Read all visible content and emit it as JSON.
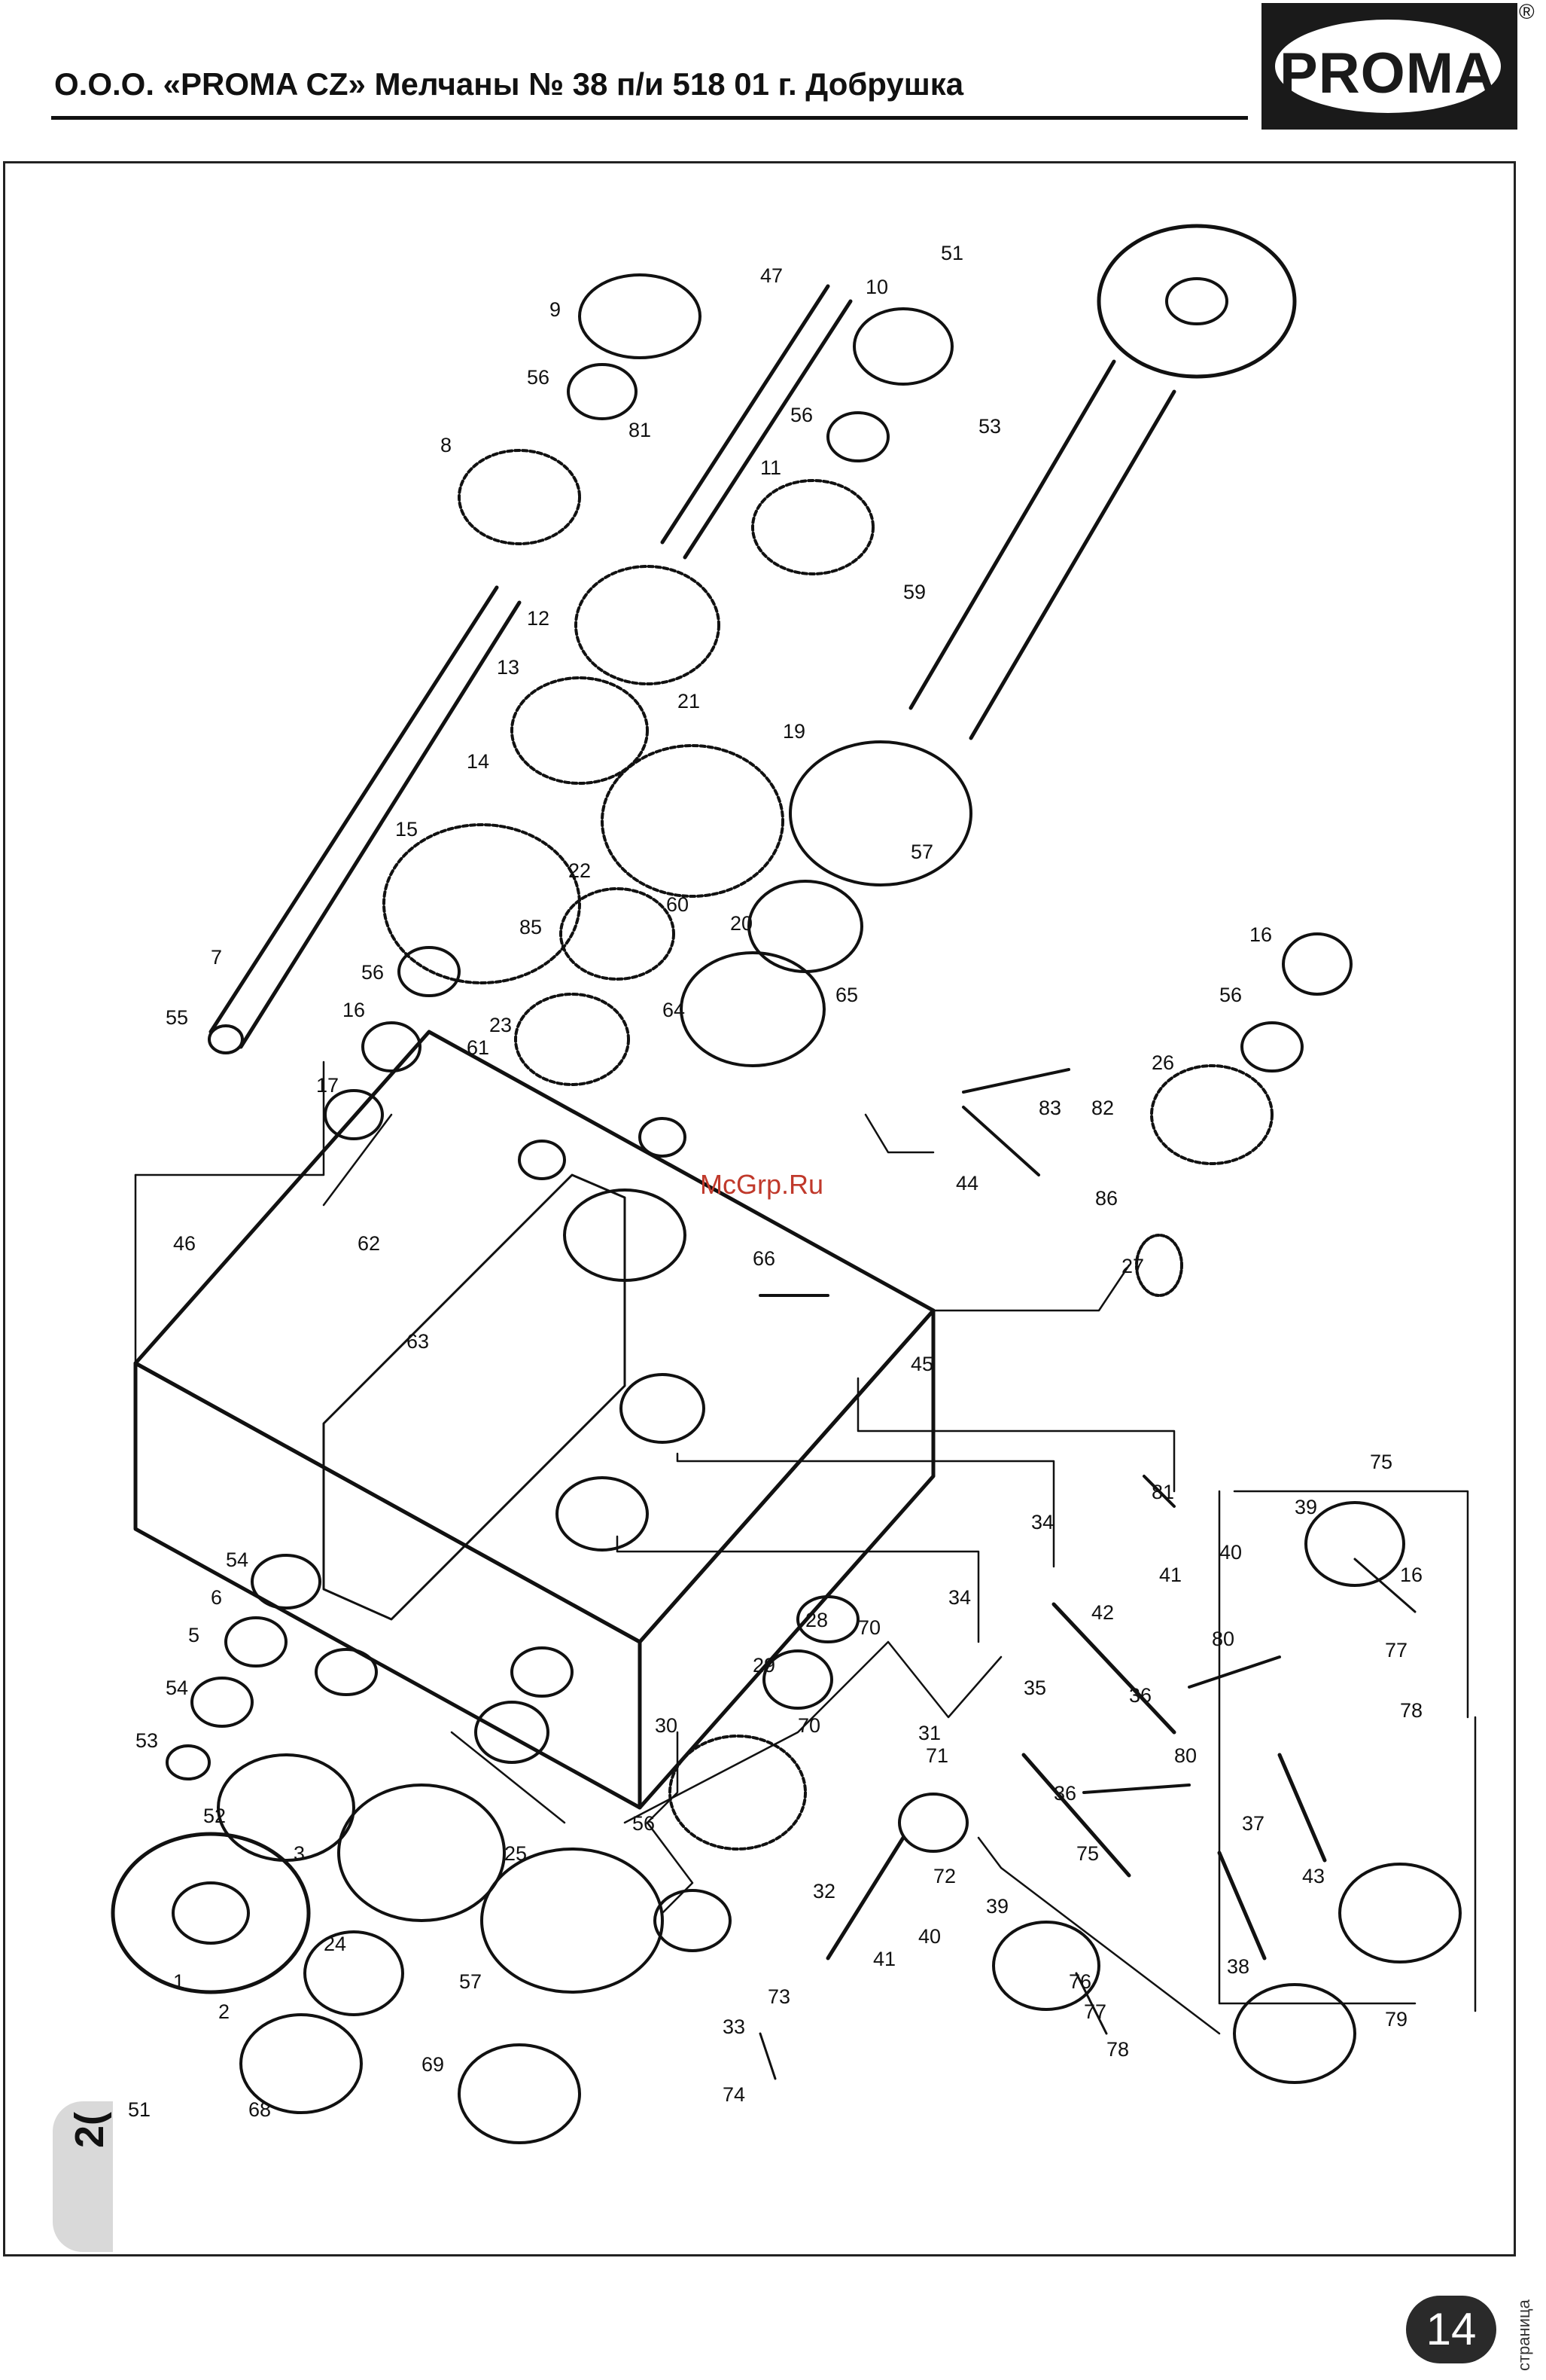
{
  "header": {
    "title": "О.О.О. «PROMA CZ» Мелчаны № 38 п/и 518 01 г. Добрушка"
  },
  "logo": {
    "text": "PROMA",
    "reg_mark": "®"
  },
  "side_tab": {
    "text": "2("
  },
  "watermark": {
    "text": "McGrp.Ru"
  },
  "footer": {
    "page_number": "14",
    "page_word": "страница"
  },
  "diagram": {
    "part_labels": [
      "9",
      "56",
      "10",
      "51",
      "47",
      "8",
      "81",
      "11",
      "56",
      "53",
      "12",
      "59",
      "13",
      "21",
      "19",
      "14",
      "57",
      "15",
      "22",
      "60",
      "20",
      "7",
      "85",
      "56",
      "16",
      "23",
      "61",
      "64",
      "65",
      "16",
      "55",
      "56",
      "26",
      "17",
      "83",
      "82",
      "44",
      "46",
      "62",
      "86",
      "27",
      "66",
      "63",
      "45",
      "75",
      "81",
      "39",
      "54",
      "6",
      "34",
      "41",
      "40",
      "16",
      "5",
      "34",
      "42",
      "80",
      "77",
      "54",
      "28",
      "70",
      "36",
      "53",
      "29",
      "35",
      "78",
      "52",
      "70",
      "30",
      "36",
      "80",
      "37",
      "3",
      "71",
      "31",
      "75",
      "56",
      "72",
      "43",
      "39",
      "24",
      "32",
      "40",
      "41",
      "76",
      "77",
      "38",
      "25",
      "57",
      "1",
      "2",
      "73",
      "33",
      "78",
      "79",
      "68",
      "74",
      "51",
      "69"
    ]
  }
}
